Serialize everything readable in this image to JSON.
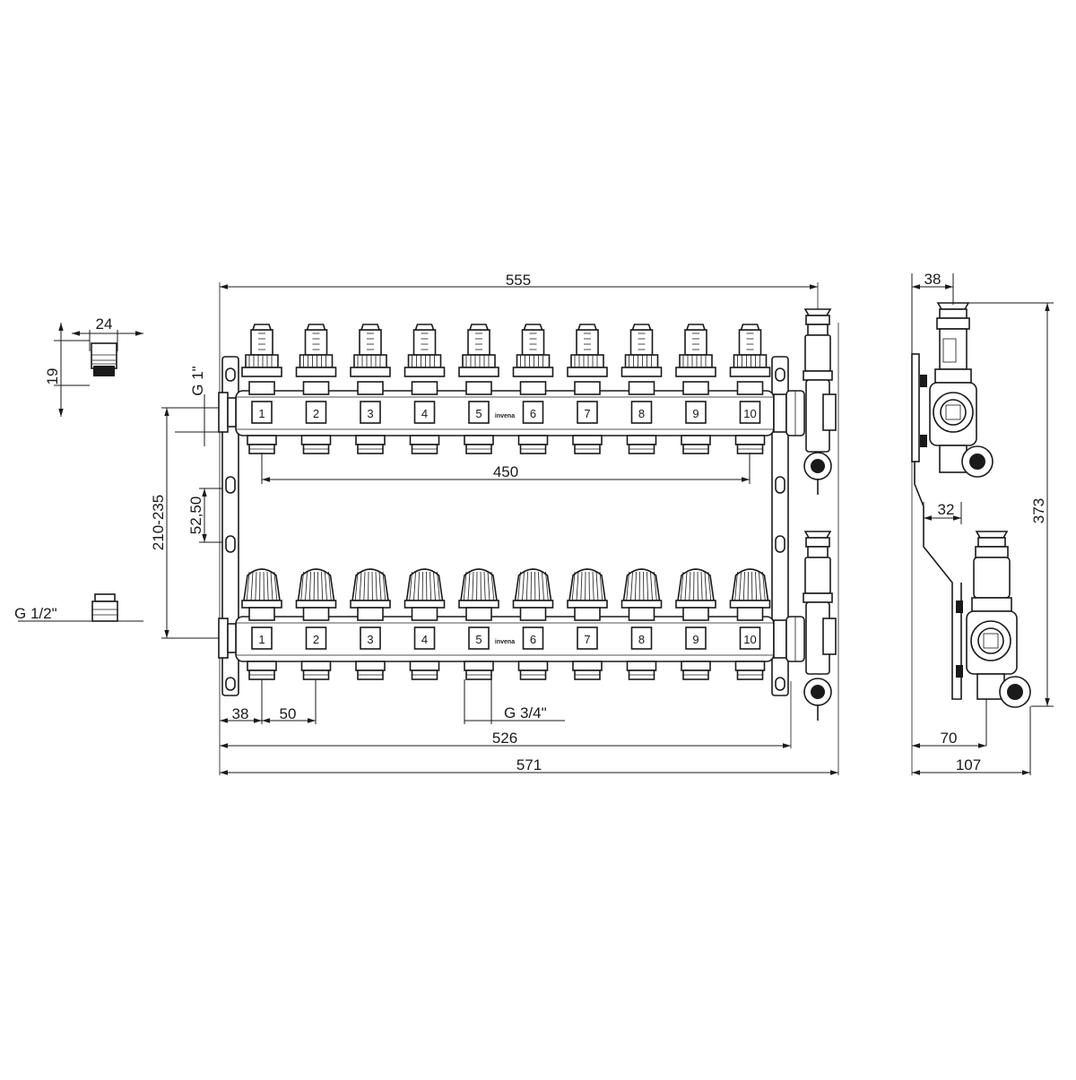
{
  "drawing": {
    "brand": "invena",
    "port_numbers": [
      "1",
      "2",
      "3",
      "4",
      "5",
      "6",
      "7",
      "8",
      "9",
      "10"
    ],
    "dimensions": {
      "top_width": "555",
      "spacing_outlets": "450",
      "bracket_spacing": "52,50",
      "bar_spacing": "210-235",
      "main_connection": "G 1\"",
      "side_depth": "38",
      "side_offset": "32",
      "side_height": "373",
      "side_70": "70",
      "side_107": "107",
      "first_offset": "38",
      "pitch": "50",
      "outlet_thread": "G 3/4\"",
      "length_526": "526",
      "total_width": "571"
    },
    "adapter": {
      "width": "24",
      "height": "19",
      "thread": "G 1/2\""
    }
  }
}
